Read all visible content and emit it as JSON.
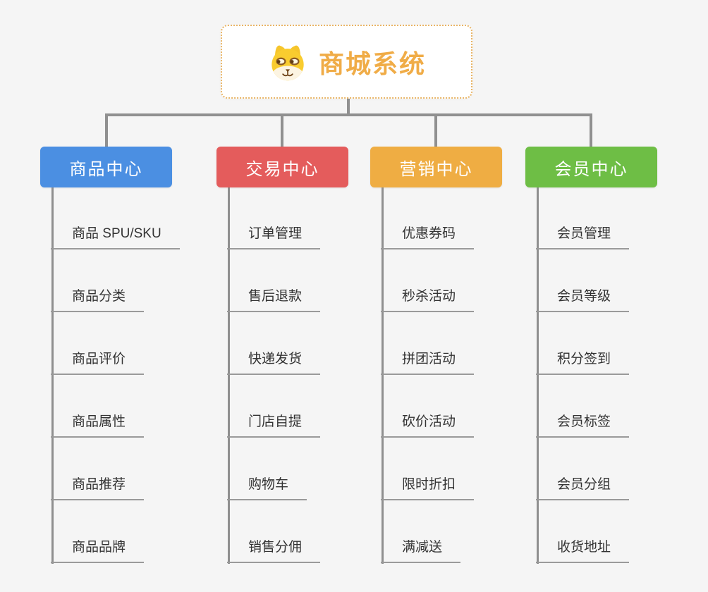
{
  "root": {
    "title": "商城系统",
    "title_color": "#f0ac47",
    "border_color": "#e9b566",
    "icon": "doge-face-icon"
  },
  "connector_color": "#909090",
  "branches": [
    {
      "label": "商品中心",
      "color": "#4b8fe2",
      "items": [
        "商品 SPU/SKU",
        "商品分类",
        "商品评价",
        "商品属性",
        "商品推荐",
        "商品品牌"
      ]
    },
    {
      "label": "交易中心",
      "color": "#e45c5c",
      "items": [
        "订单管理",
        "售后退款",
        "快递发货",
        "门店自提",
        "购物车",
        "销售分佣"
      ]
    },
    {
      "label": "营销中心",
      "color": "#efad43",
      "items": [
        "优惠券码",
        "秒杀活动",
        "拼团活动",
        "砍价活动",
        "限时折扣",
        "满减送"
      ]
    },
    {
      "label": "会员中心",
      "color": "#6ebe45",
      "items": [
        "会员管理",
        "会员等级",
        "积分签到",
        "会员标签",
        "会员分组",
        "收货地址"
      ]
    }
  ]
}
